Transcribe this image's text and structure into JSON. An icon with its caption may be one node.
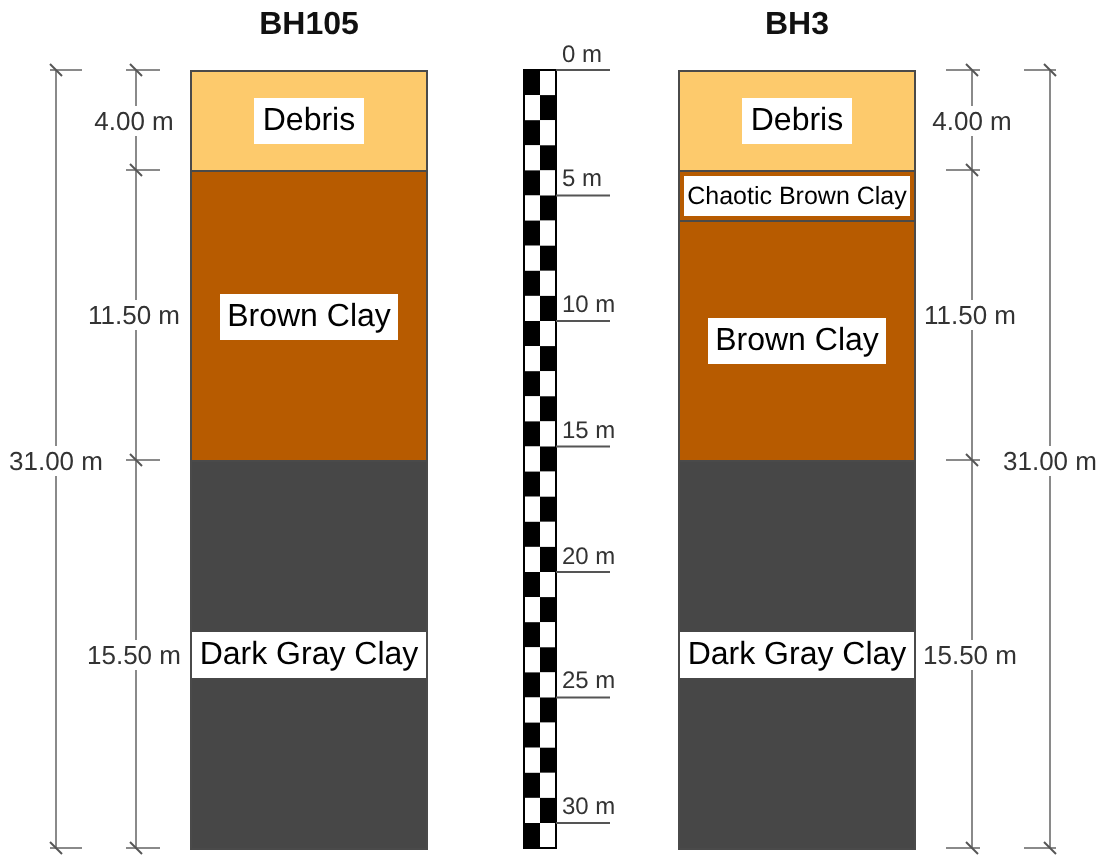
{
  "diagram": {
    "nodes": [
      {
        "text": [
          "BH105"
        ]
      },
      {
        "text": [
          "Debris"
        ],
        "in": 0
      },
      {
        "text": [
          "Brown Clay"
        ],
        "in": 0
      },
      {
        "text": [
          "Dark Gray Clay"
        ],
        "in": 0
      },
      {
        "text": [
          "BH3"
        ]
      },
      {
        "text": [
          "Debris"
        ],
        "in": 4
      },
      {
        "text": [
          "Chaotic Brown Clay"
        ],
        "in": 4
      },
      {
        "text": [
          "Brown Clay"
        ],
        "in": 4
      },
      {
        "text": [
          "Dark Gray Clay"
        ],
        "in": 4
      }
    ],
    "labels": [
      "4.00 m",
      "11.50 m",
      "31.00 m",
      "15.50 m",
      "0 m",
      "5 m",
      "10 m",
      "15 m",
      "20 m",
      "25 m",
      "30 m",
      "4.00 m",
      "11.50 m",
      "31.00 m",
      "15.50 m"
    ]
  }
}
